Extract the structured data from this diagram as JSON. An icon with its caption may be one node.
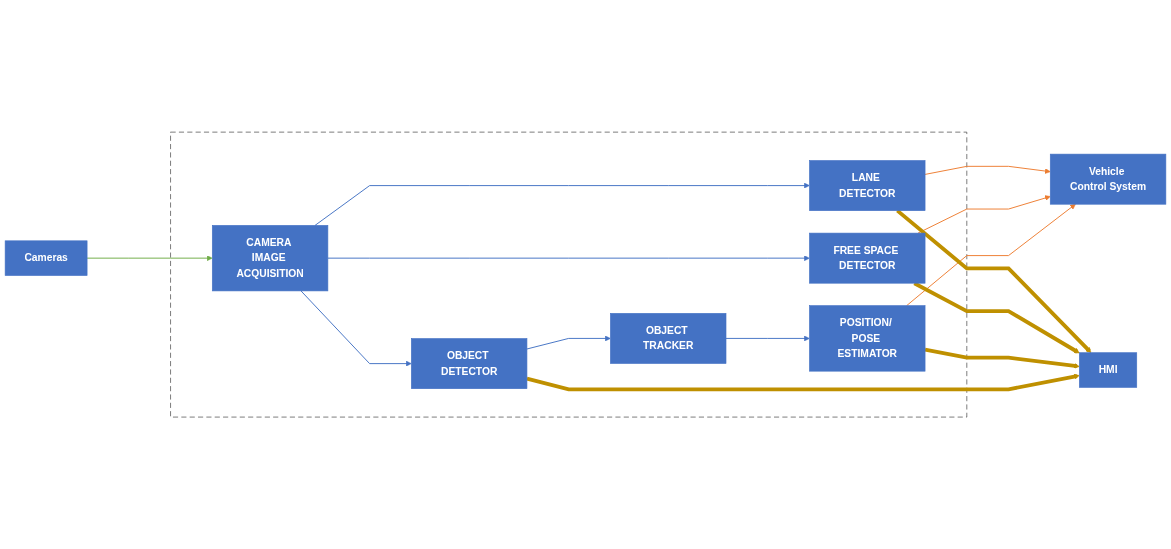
{
  "diagram": {
    "nodes": [
      {
        "text": [],
        "shape": "box"
      },
      {
        "text": [
          "Cameras"
        ]
      },
      {
        "text": [
          "CAMERA IMAGE ACQUISITION"
        ],
        "in": 0
      },
      {
        "text": [
          "OBJECT DETECTOR"
        ],
        "in": 0
      },
      {
        "text": [
          "OBJECT TRACKER"
        ],
        "in": 0
      },
      {
        "text": [
          "POSITION/ POSE ESTIMATOR"
        ],
        "in": 0
      },
      {
        "text": [
          "FREE SPACE DETECTOR"
        ],
        "in": 0
      },
      {
        "text": [
          "LANE DETECTOR"
        ],
        "in": 0
      },
      {
        "text": [
          "Vehicle Control System"
        ]
      },
      {
        "text": [
          "HMI"
        ]
      }
    ],
    "edges": [
      {
        "from": 1,
        "to": 2,
        "arrow": "to",
        "color": "#70ad47"
      },
      {
        "from": 2,
        "to": 3,
        "arrow": "to"
      },
      {
        "from": 2,
        "to": 6,
        "arrow": "to"
      },
      {
        "from": 2,
        "to": 7,
        "arrow": "to"
      },
      {
        "from": 3,
        "to": 4,
        "arrow": "to"
      },
      {
        "from": 4,
        "to": 5,
        "arrow": "to"
      },
      {
        "from": 5,
        "to": 8,
        "arrow": "to",
        "color": "#ed7d31"
      },
      {
        "from": 6,
        "to": 8,
        "arrow": "to",
        "color": "#ed7d31"
      },
      {
        "from": 7,
        "to": 8,
        "arrow": "to",
        "color": "#ed7d31"
      },
      {
        "from": 3,
        "to": 9,
        "arrow": "to",
        "style": "thick",
        "color": "#bf9000"
      },
      {
        "from": 5,
        "to": 9,
        "arrow": "to",
        "style": "thick",
        "color": "#bf9000"
      },
      {
        "from": 6,
        "to": 9,
        "arrow": "to",
        "style": "thick",
        "color": "#bf9000"
      },
      {
        "from": 7,
        "to": 9,
        "arrow": "to",
        "style": "thick",
        "color": "#bf9000"
      }
    ]
  }
}
